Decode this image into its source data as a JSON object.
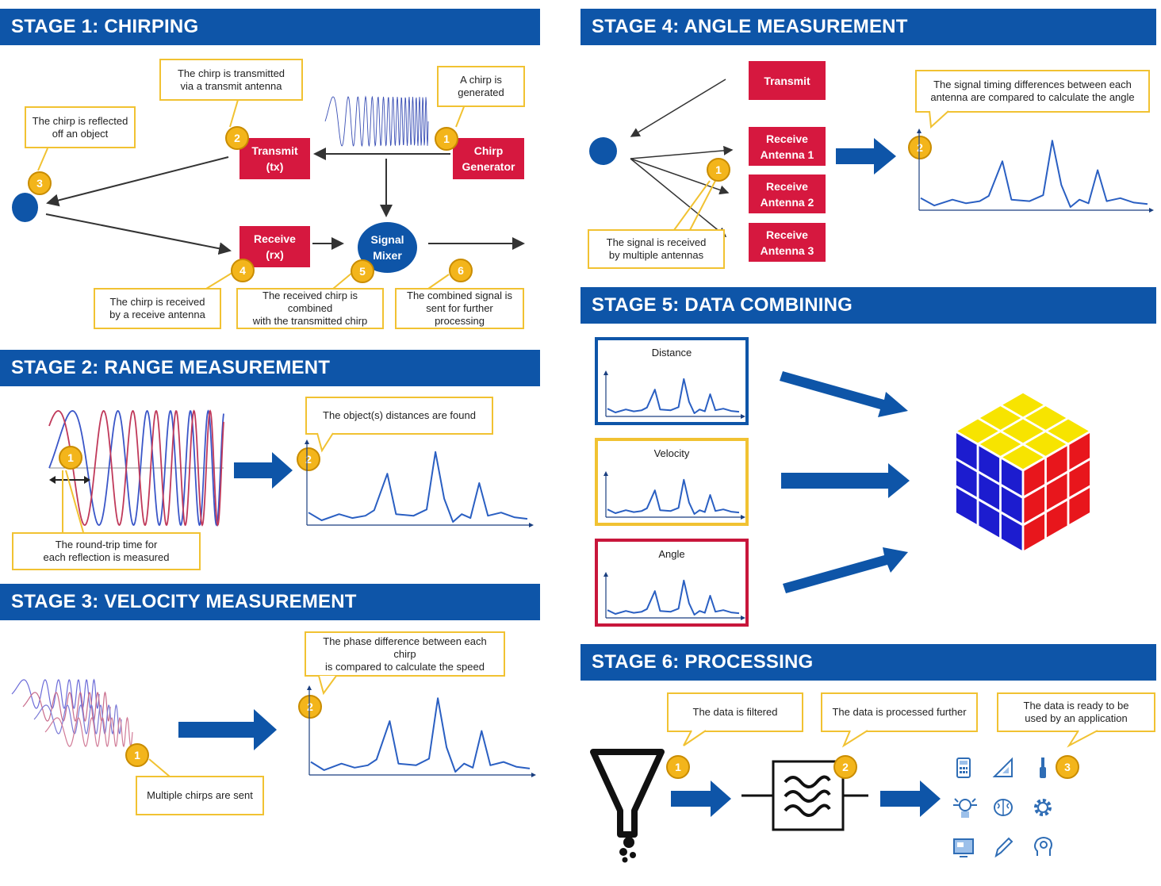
{
  "stages": {
    "s1": "STAGE 1: CHIRPING",
    "s2": "STAGE 2: RANGE MEASUREMENT",
    "s3": "STAGE 3: VELOCITY MEASUREMENT",
    "s4": "STAGE 4: ANGLE MEASUREMENT",
    "s5": "STAGE 5: DATA COMBINING",
    "s6": "STAGE 6: PROCESSING"
  },
  "stage1": {
    "transmit_l1": "Transmit",
    "transmit_l2": "(tx)",
    "receive_l1": "Receive",
    "receive_l2": "(rx)",
    "chirp_gen_l1": "Chirp",
    "chirp_gen_l2": "Generator",
    "mixer_l1": "Signal",
    "mixer_l2": "Mixer",
    "note1_l1": "A chirp is",
    "note1_l2": "generated",
    "note2_l1": "The chirp is transmitted",
    "note2_l2": "via a transmit antenna",
    "note3_l1": "The chirp is reflected",
    "note3_l2": "off an object",
    "note4_l1": "The chirp is received",
    "note4_l2": "by a receive antenna",
    "note5_l1": "The received chirp is combined",
    "note5_l2": "with the transmitted chirp",
    "note6_l1": "The combined signal is",
    "note6_l2": "sent for further processing",
    "b1": "1",
    "b2": "2",
    "b3": "3",
    "b4": "4",
    "b5": "5",
    "b6": "6"
  },
  "stage2": {
    "note_dist": "The object(s) distances are found",
    "note_rt_l1": "The round-trip time for",
    "note_rt_l2": "each reflection is measured",
    "b1": "1",
    "b2": "2"
  },
  "stage3": {
    "note_phase_l1": "The phase difference between each chirp",
    "note_phase_l2": "is compared to calculate the speed",
    "note_multi": "Multiple chirps are sent",
    "b1": "1",
    "b2": "2"
  },
  "stage4": {
    "transmit": "Transmit",
    "rx1_l1": "Receive",
    "rx1_l2": "Antenna 1",
    "rx2_l1": "Receive",
    "rx2_l2": "Antenna 2",
    "rx3_l1": "Receive",
    "rx3_l2": "Antenna 3",
    "note_timing_l1": "The signal timing differences between each",
    "note_timing_l2": "antenna are compared to calculate the angle",
    "note_rx_l1": "The signal is received",
    "note_rx_l2": "by multiple antennas",
    "b1": "1",
    "b2": "2"
  },
  "stage5": {
    "panel_distance": "Distance",
    "panel_velocity": "Velocity",
    "panel_angle": "Angle"
  },
  "stage6": {
    "note_filtered": "The data is filtered",
    "note_processed": "The data is processed further",
    "note_ready_l1": "The data is ready to be",
    "note_ready_l2": "used by an application",
    "b1": "1",
    "b2": "2",
    "b3": "3"
  },
  "colors": {
    "banner_blue": "#0e55a8",
    "accent_red": "#d6183f",
    "badge_yellow": "#f3b51b",
    "note_border": "#f1c232",
    "cube_yellow": "#f7e400",
    "cube_blue": "#1c1ccf",
    "cube_red": "#e8161c"
  },
  "icons": [
    "calculator-icon",
    "ruler-triangle-icon",
    "screwdriver-icon",
    "robot-arm-icon",
    "brain-icon",
    "gear-icon",
    "monitor-icon",
    "pencil-icon",
    "head-gear-icon"
  ]
}
